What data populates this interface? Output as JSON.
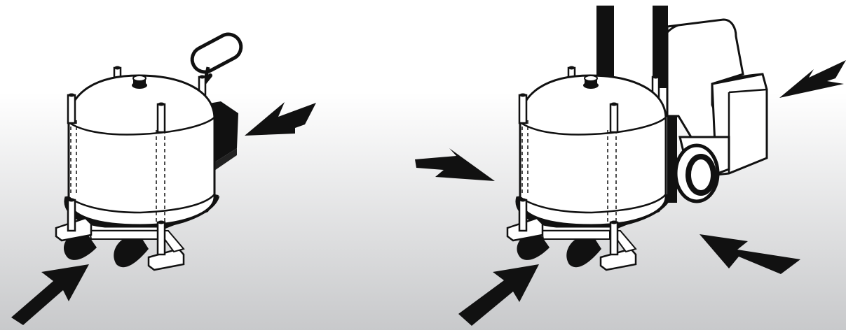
{
  "diagram": {
    "background": {
      "gradient_top": "#ffffff",
      "gradient_bottom": "#c8c9cb"
    },
    "ink_color": "#111111",
    "fill_color": "#ffffff",
    "panels": [
      {
        "id": "pallet-jack",
        "vehicle": "pallet-jack",
        "access_arrows": [
          "rear-right",
          "front-left"
        ]
      },
      {
        "id": "forklift",
        "vehicle": "forklift",
        "access_arrows": [
          "rear-right",
          "left",
          "front-left",
          "front-right"
        ]
      }
    ]
  }
}
